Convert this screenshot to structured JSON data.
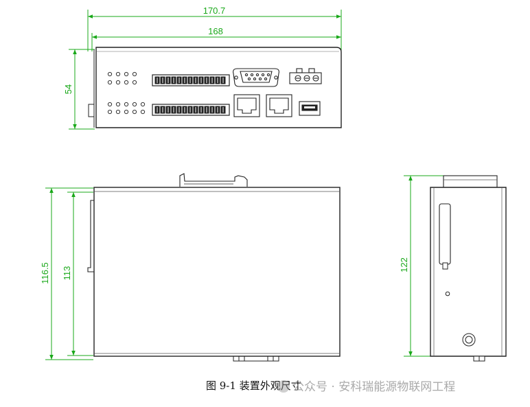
{
  "dimensions": {
    "overall_width": "170.7",
    "body_width": "168",
    "front_height": "54",
    "side_height_total": "116.5",
    "side_height_body": "113",
    "depth": "122"
  },
  "caption": "图 9-1 装置外观尺寸",
  "watermark": "公众号 · 安科瑞能源物联网工程",
  "colors": {
    "dimension_line": "#1aa81a",
    "outline": "#222222"
  }
}
